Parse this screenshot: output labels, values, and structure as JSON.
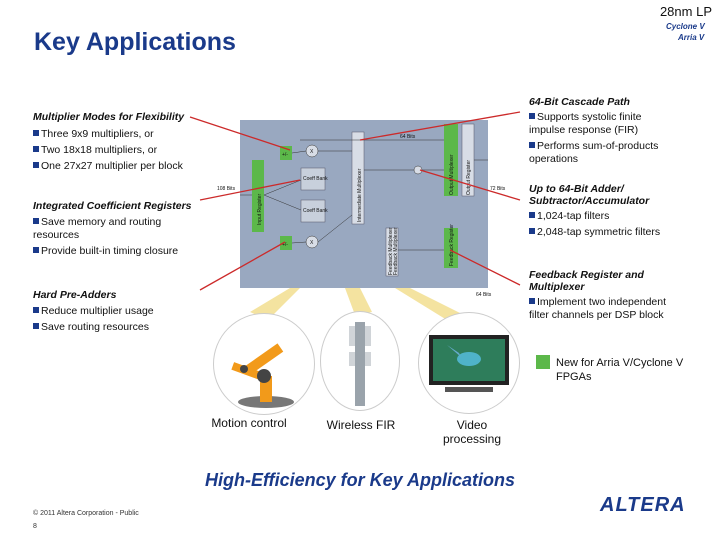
{
  "header": {
    "node": "28nm LP",
    "title": "Key Applications",
    "logo_top": "Cyclone V",
    "logo_bottom": "Arria V"
  },
  "left": {
    "multiplier": {
      "heading": "Multiplier Modes for Flexibility",
      "items": [
        "Three 9x9 multipliers, or",
        "Two 18x18 multipliers, or",
        "One 27x27 multiplier per block"
      ]
    },
    "coefficient": {
      "heading": "Integrated Coefficient Registers",
      "items": [
        "Save memory and routing resources",
        "Provide built-in timing closure"
      ]
    },
    "preadders": {
      "heading": "Hard Pre-Adders",
      "items": [
        "Reduce multiplier usage",
        "Save routing resources"
      ]
    }
  },
  "right": {
    "cascade": {
      "heading": "64-Bit Cascade Path",
      "items": [
        "Supports systolic finite impulse response (FIR)",
        "Performs sum-of-products operations"
      ]
    },
    "adder": {
      "heading": "Up to 64-Bit Adder/ Subtractor/Accumulator",
      "items": [
        "1,024-tap filters",
        "2,048-tap symmetric filters"
      ]
    },
    "feedback": {
      "heading": "Feedback Register and Multiplexer",
      "items": [
        "Implement two independent filter channels per DSP block"
      ]
    }
  },
  "diagram": {
    "label_64bits_top": "64 Bits",
    "label_108bits": "108 Bits",
    "label_72bits": "72 Bits",
    "label_64bits_bottom": "64 Bits",
    "input_register": "Input Register",
    "coeff_bank_1": "Coeff Bank",
    "coeff_bank_2": "Coeff Bank",
    "intermediate_multiplexer": "Intermediate Multiplexer",
    "output_multiplexer": "Output Multiplexer",
    "output_register": "Output Register",
    "feedback_multiplexer": "Feedback Multiplexer",
    "feedback_register": "Feedback Register",
    "plus1": "+/-",
    "plus2": "+/-",
    "mult1": "X",
    "mult2": "X"
  },
  "legend": {
    "color": "#5cb84a",
    "text": "New for Arria V/Cyclone V FPGAs"
  },
  "applications": [
    "Motion control",
    "Wireless FIR",
    "Video processing"
  ],
  "tagline": "High-Efficiency for Key Applications",
  "footer": {
    "copyright": "© 2011 Altera Corporation - Public",
    "page": "8",
    "brand": "ALTERA"
  },
  "colors": {
    "title": "#1a3a8a",
    "leader_red": "#cc2a2a",
    "diagram_bg": "#99a8c0",
    "highlight_green": "#5cb84a",
    "beam": "#f4e3a0"
  }
}
